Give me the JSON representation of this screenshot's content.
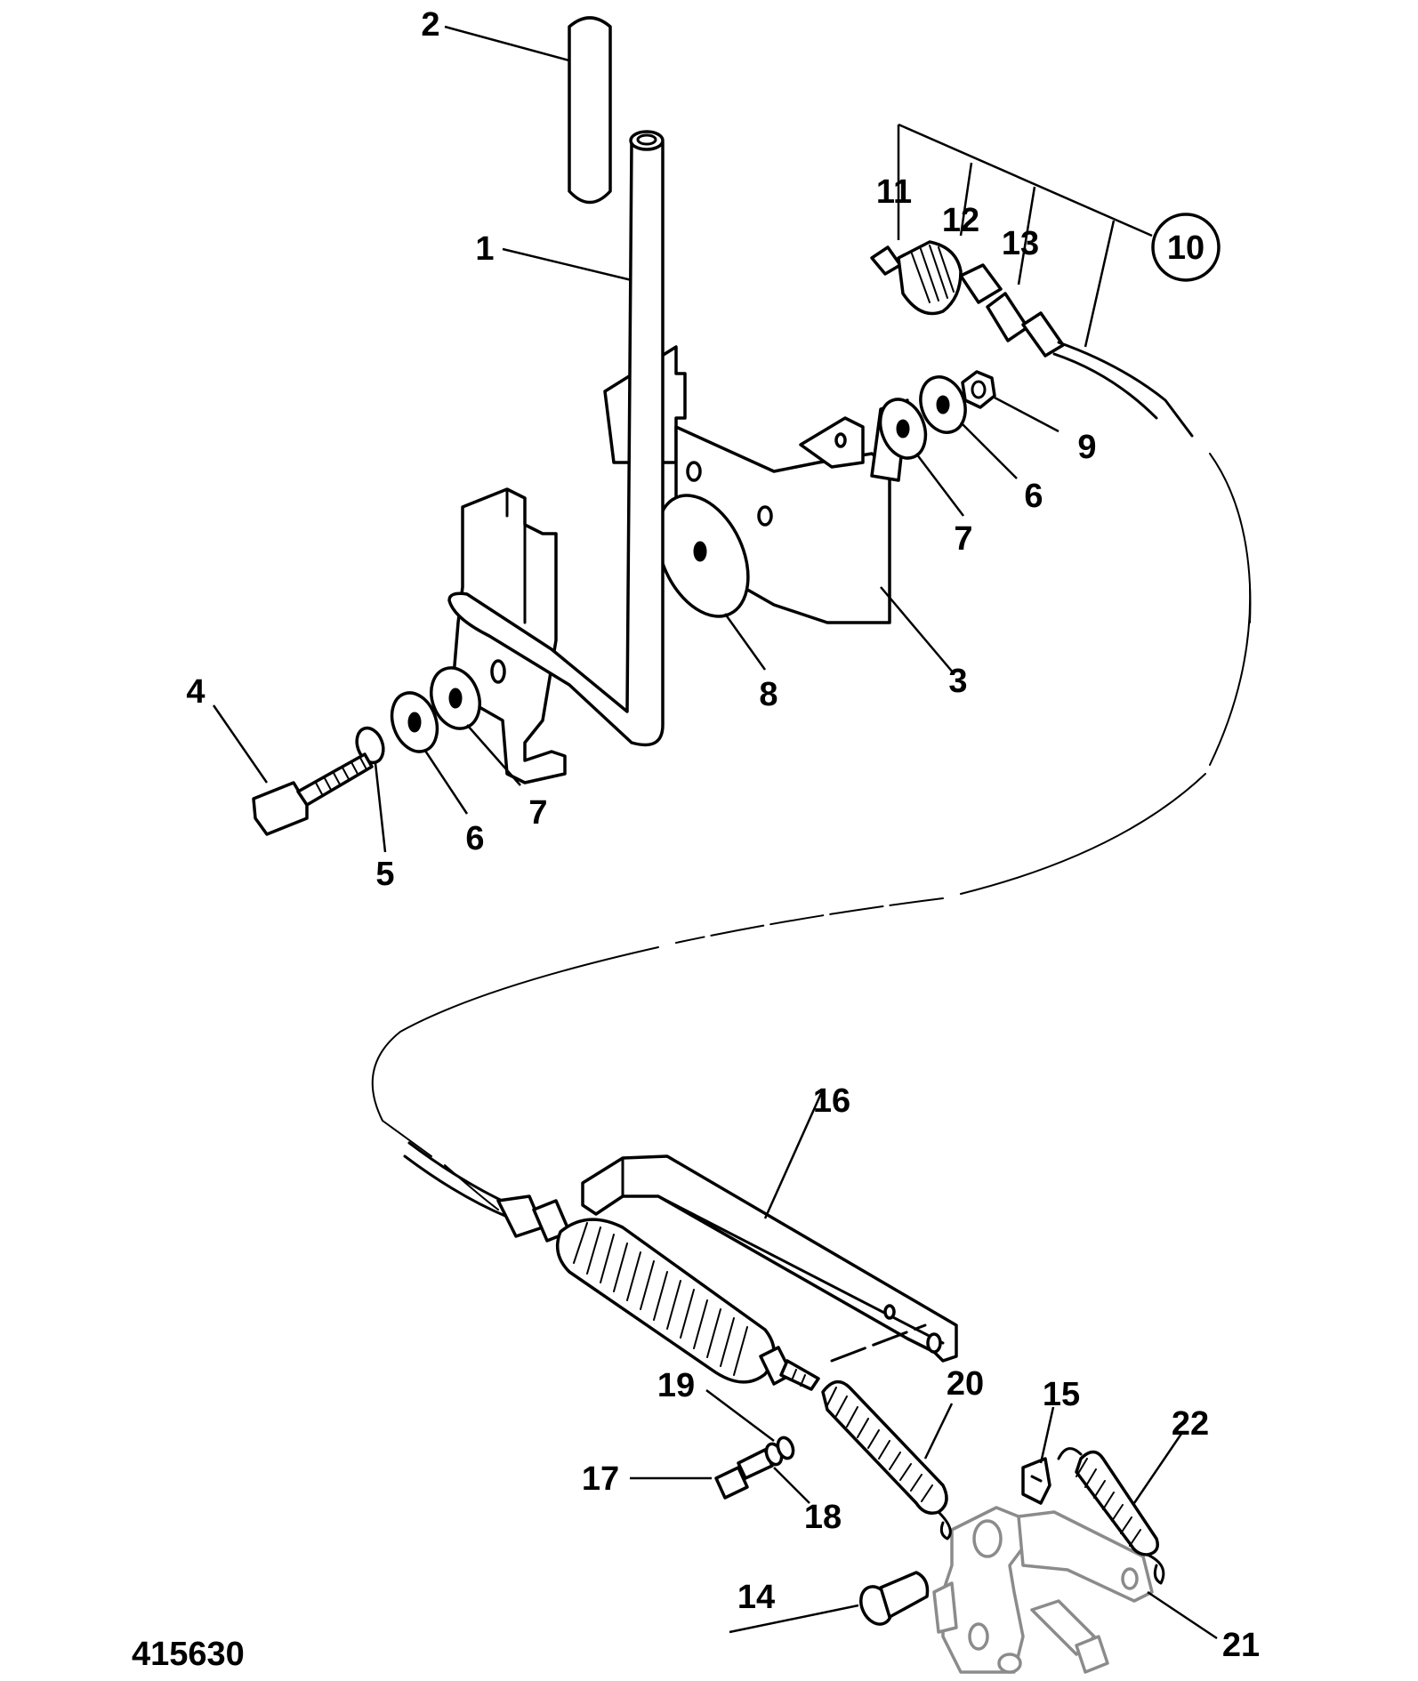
{
  "figure_number": "415630",
  "callouts": {
    "c1": "1",
    "c2": "2",
    "c3": "3",
    "c4": "4",
    "c5": "5",
    "c6a": "6",
    "c6b": "6",
    "c7a": "7",
    "c7b": "7",
    "c8": "8",
    "c9": "9",
    "c10": "10",
    "c11": "11",
    "c12": "12",
    "c13": "13",
    "c14": "14",
    "c15": "15",
    "c16": "16",
    "c17": "17",
    "c18": "18",
    "c19": "19",
    "c20": "20",
    "c21": "21",
    "c22": "22"
  }
}
